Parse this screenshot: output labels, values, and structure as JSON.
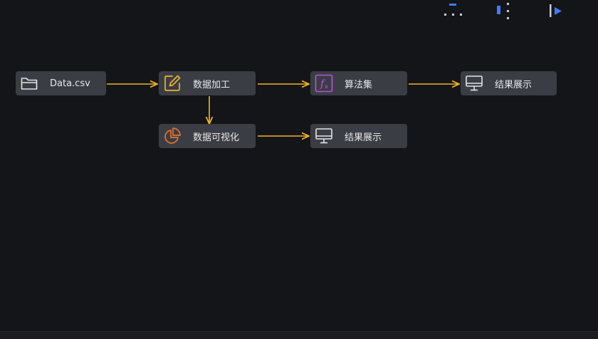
{
  "toolbar": {
    "items": [
      {
        "icon": "layout-tree-icon"
      },
      {
        "icon": "layout-align-icon"
      },
      {
        "icon": "run-icon"
      }
    ],
    "accent": "#3e7bfa"
  },
  "nodes": [
    {
      "id": "n1",
      "label": "Data.csv",
      "icon": "folder-icon",
      "icon_color": "#e6e6e6"
    },
    {
      "id": "n2",
      "label": "数据加工",
      "icon": "edit-icon",
      "icon_color": "#f0b429"
    },
    {
      "id": "n3",
      "label": "算法集",
      "icon": "function-icon",
      "icon_color": "#b455e0"
    },
    {
      "id": "n4",
      "label": "结果展示",
      "icon": "monitor-icon",
      "icon_color": "#e6e6e6"
    },
    {
      "id": "n5",
      "label": "数据可视化",
      "icon": "pie-chart-icon",
      "icon_color": "#e9732e"
    },
    {
      "id": "n6",
      "label": "结果展示",
      "icon": "monitor-icon",
      "icon_color": "#e6e6e6"
    }
  ],
  "edges": [
    {
      "from": "n1",
      "to": "n2"
    },
    {
      "from": "n2",
      "to": "n3"
    },
    {
      "from": "n3",
      "to": "n4"
    },
    {
      "from": "n2",
      "to": "n5"
    },
    {
      "from": "n5",
      "to": "n6"
    }
  ],
  "colors": {
    "edge": "#f0b429",
    "node_bg": "#3b3d44",
    "canvas_bg": "#141519"
  }
}
